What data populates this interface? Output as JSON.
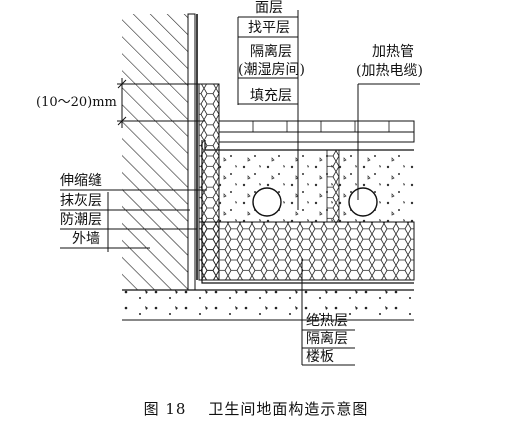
{
  "labels": {
    "surface": "面层",
    "leveling": "找平层",
    "isolation_top_1": "隔离层",
    "isolation_top_2": "(潮湿房间)",
    "filling": "填充层",
    "heating_pipe_1": "加热管",
    "heating_pipe_2": "(加热电缆)",
    "gap": "(10～20)mm",
    "expansion_joint": "伸缩缝",
    "plaster": "抹灰层",
    "moisture_barrier": "防潮层",
    "outer_wall": "外墙",
    "insulation": "绝热层",
    "isolation_bottom": "隔离层",
    "floor_slab": "楼板"
  },
  "caption": {
    "figure_no": "图 18",
    "title": "卫生间地面构造示意图"
  }
}
